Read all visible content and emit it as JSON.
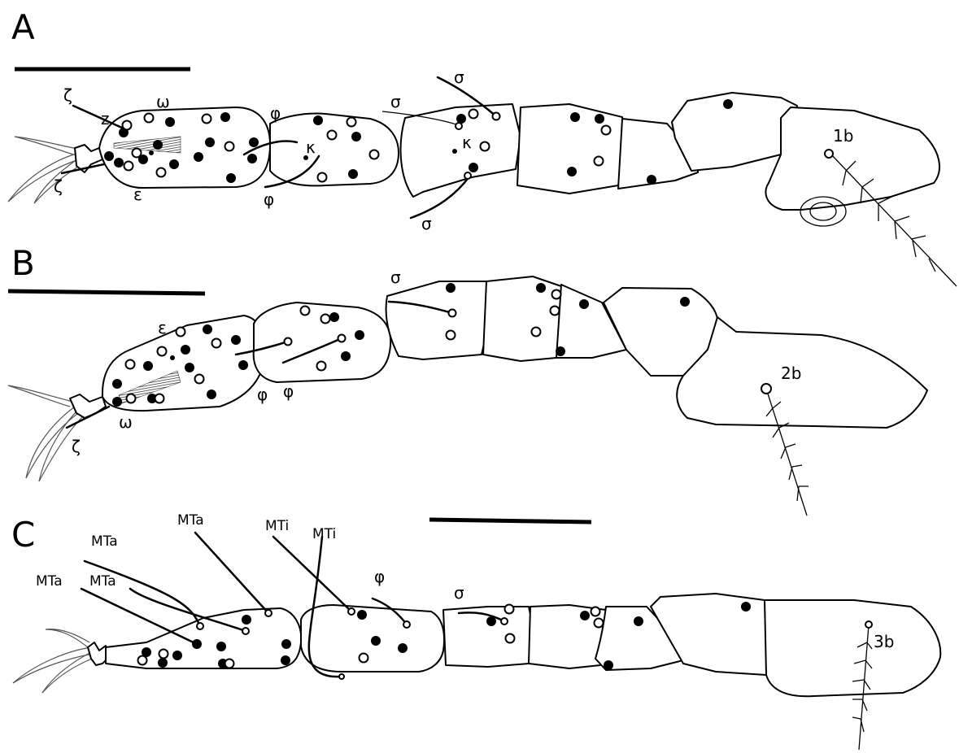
{
  "panels": [
    {
      "letter": "A",
      "labels": {
        "zeta_top": "ζ",
        "z": "z",
        "omega": "ω",
        "zeta_bottom": "ζ",
        "epsilon": "ε",
        "phi_top": "φ",
        "kappa_1": "κ",
        "phi_bottom": "φ",
        "sigma_1": "σ",
        "sigma_2": "σ",
        "kappa_2": "κ",
        "sigma_3": "σ",
        "seta": "1b"
      }
    },
    {
      "letter": "B",
      "labels": {
        "epsilon": "ε",
        "omega": "ω",
        "zeta": "ζ",
        "phi_1": "φ",
        "phi_2": "φ",
        "sigma": "σ",
        "seta": "2b"
      }
    },
    {
      "letter": "C",
      "labels": {
        "mta_1": "MTa",
        "mta_2": "MTa",
        "mta_3": "MTa",
        "mta_4": "MTa",
        "mti_1": "MTi",
        "mti_2": "MTi",
        "phi": "φ",
        "sigma": "σ",
        "seta": "3b"
      }
    }
  ]
}
